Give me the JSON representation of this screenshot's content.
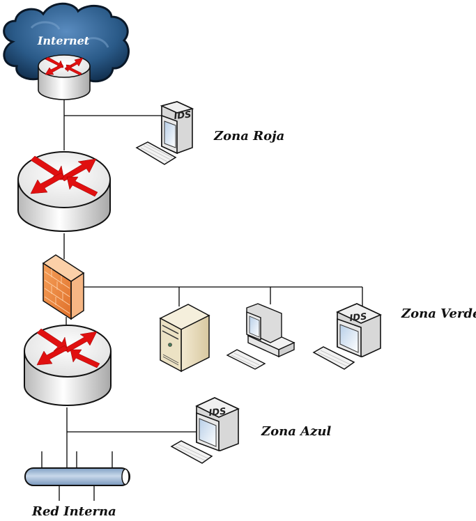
{
  "diagram": {
    "title": "Network topology with security zones",
    "nodes": {
      "internet": {
        "label": "Internet",
        "type": "cloud-with-router"
      },
      "ids_roja": {
        "label": "IDS",
        "type": "ids-workstation"
      },
      "edge_router": {
        "type": "router"
      },
      "firewall": {
        "type": "firewall"
      },
      "server": {
        "type": "server"
      },
      "workstation": {
        "type": "workstation"
      },
      "ids_verde": {
        "label": "IDS",
        "type": "ids-workstation"
      },
      "internal_router": {
        "type": "router"
      },
      "ids_azul": {
        "label": "IDS",
        "type": "ids-workstation"
      },
      "bus": {
        "type": "network-bus"
      }
    },
    "zones": {
      "roja": "Zona Roja",
      "verde": "Zona Verde",
      "azul": "Zona Azul"
    },
    "red_interna": "Red Interna",
    "colors": {
      "cloud": "#1f4a70",
      "arrow": "#e01010",
      "firewall": "#f08a3c",
      "bus": "#a8c0dc",
      "server": "#e8dcc0"
    },
    "connections": [
      [
        "internet",
        "edge_router"
      ],
      [
        "internet",
        "ids_roja"
      ],
      [
        "edge_router",
        "firewall"
      ],
      [
        "firewall",
        "server"
      ],
      [
        "firewall",
        "workstation"
      ],
      [
        "firewall",
        "ids_verde"
      ],
      [
        "firewall",
        "internal_router"
      ],
      [
        "internal_router",
        "ids_azul"
      ],
      [
        "internal_router",
        "bus"
      ]
    ]
  }
}
